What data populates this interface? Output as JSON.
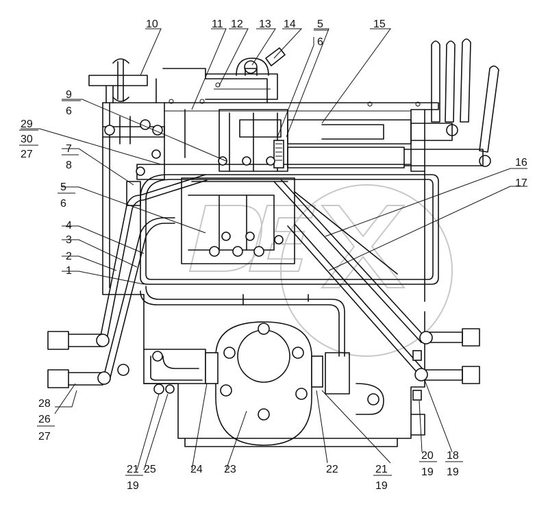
{
  "drawing": {
    "callouts": [
      {
        "id": "c10a",
        "label": "10"
      },
      {
        "id": "c11",
        "label": "11"
      },
      {
        "id": "c12",
        "label": "12"
      },
      {
        "id": "c13",
        "label": "13"
      },
      {
        "id": "c14",
        "label": "14"
      },
      {
        "id": "c5a",
        "label": "5"
      },
      {
        "id": "c6a",
        "label": "6"
      },
      {
        "id": "c15",
        "label": "15"
      },
      {
        "id": "c9",
        "label": "9"
      },
      {
        "id": "c6b",
        "label": "6"
      },
      {
        "id": "c29",
        "label": "29"
      },
      {
        "id": "c30",
        "label": "30"
      },
      {
        "id": "c27a",
        "label": "27"
      },
      {
        "id": "c7",
        "label": "7"
      },
      {
        "id": "c8",
        "label": "8"
      },
      {
        "id": "c5b",
        "label": "5"
      },
      {
        "id": "c6c",
        "label": "6"
      },
      {
        "id": "c4",
        "label": "4"
      },
      {
        "id": "c3",
        "label": "3"
      },
      {
        "id": "c2",
        "label": "2"
      },
      {
        "id": "c1",
        "label": "1"
      },
      {
        "id": "c16",
        "label": "16"
      },
      {
        "id": "c17",
        "label": "17"
      },
      {
        "id": "c28",
        "label": "28"
      },
      {
        "id": "c26",
        "label": "26"
      },
      {
        "id": "c27b",
        "label": "27"
      },
      {
        "id": "c21a",
        "label": "21"
      },
      {
        "id": "c25",
        "label": "25"
      },
      {
        "id": "c19a",
        "label": "19"
      },
      {
        "id": "c24",
        "label": "24"
      },
      {
        "id": "c23",
        "label": "23"
      },
      {
        "id": "c22",
        "label": "22"
      },
      {
        "id": "c21b",
        "label": "21"
      },
      {
        "id": "c19b",
        "label": "19"
      },
      {
        "id": "c20",
        "label": "20"
      },
      {
        "id": "c19c",
        "label": "19"
      },
      {
        "id": "c18",
        "label": "18"
      },
      {
        "id": "c19d",
        "label": "19"
      }
    ],
    "watermark": "DEX"
  },
  "colors": {
    "line": "#111111",
    "background": "#ffffff",
    "watermark": "#c8c8c8"
  }
}
